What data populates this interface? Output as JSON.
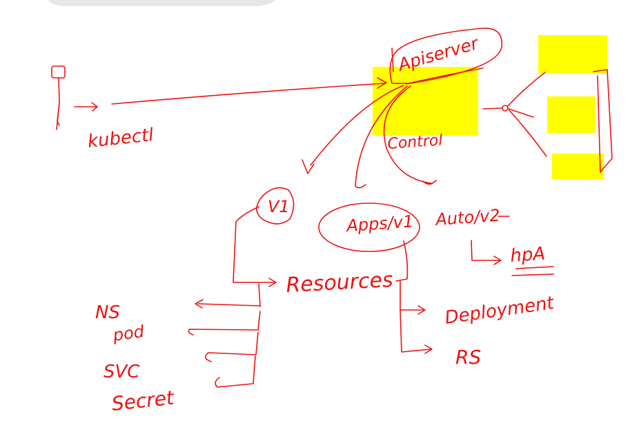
{
  "colors": {
    "ink": "#ee1111",
    "highlight": "#ffff00",
    "toolbar_shadow": "#e6e6e6",
    "background": "#ffffff"
  },
  "labels": {
    "kubectl": "kubectl",
    "apiserver": "Apiserver",
    "control": "Control",
    "v1": "V1",
    "apps_v1": "Apps/v1",
    "auto_v2": "Auto/v2",
    "hpa": "hpA",
    "resources": "Resources",
    "ns": "NS",
    "pod": "pod",
    "svc": "SVC",
    "secret": "Secret",
    "deployment": "Deployment",
    "rs": "RS"
  },
  "icons": {
    "user": "stick-figure-icon"
  }
}
